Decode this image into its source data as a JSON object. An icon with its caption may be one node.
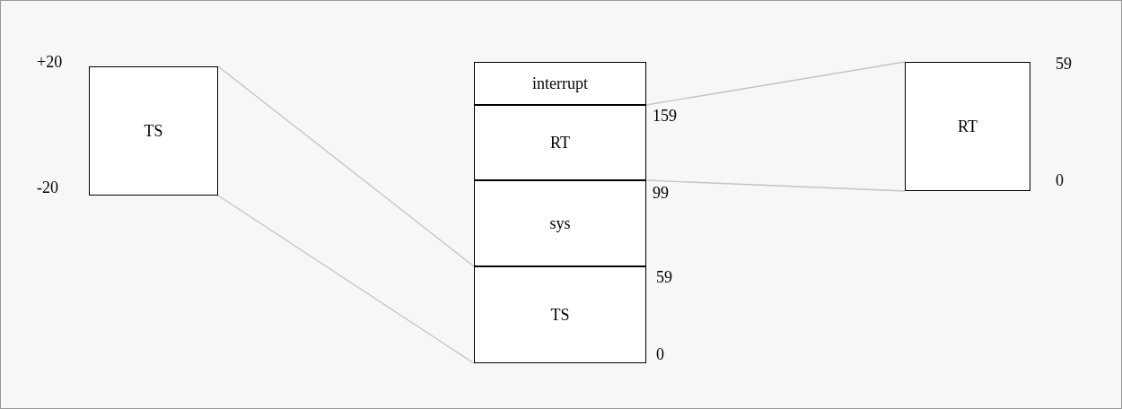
{
  "diagram": {
    "nodes": [
      {
        "text": [
          "TS"
        ],
        "beside": [
          "+20",
          "-20"
        ]
      },
      {
        "text": [
          "interrupt"
        ]
      },
      {
        "text": [
          "RT"
        ],
        "beside": [
          "159"
        ]
      },
      {
        "text": [
          "sys"
        ],
        "beside": [
          "99"
        ]
      },
      {
        "text": [
          "TS"
        ],
        "beside": [
          "59",
          "0"
        ]
      },
      {
        "text": [
          "RT"
        ],
        "beside": [
          "59",
          "0"
        ]
      }
    ],
    "edges": [
      {
        "from": 0,
        "to": 4,
        "arrow": "none"
      },
      {
        "from": 0,
        "to": 4,
        "arrow": "none"
      },
      {
        "from": 2,
        "to": 5,
        "arrow": "none"
      },
      {
        "from": 2,
        "to": 5,
        "arrow": "none"
      }
    ]
  }
}
